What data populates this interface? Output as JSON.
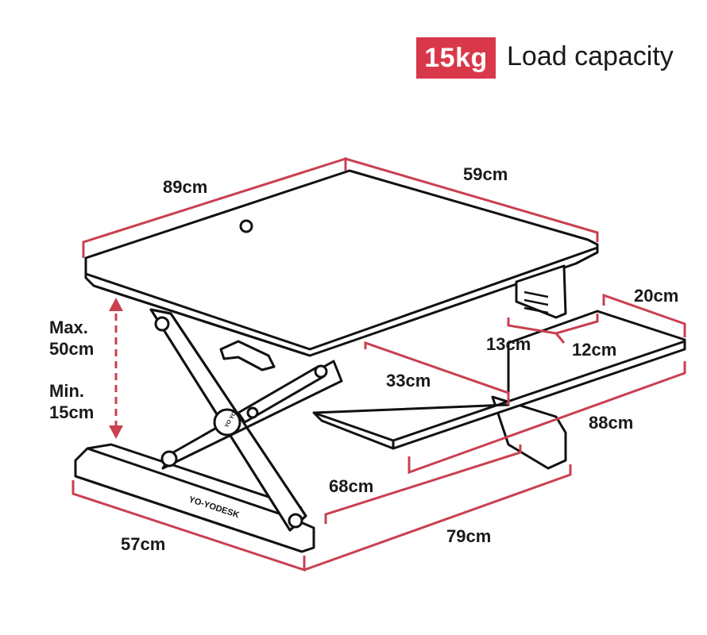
{
  "header": {
    "badge": "15kg",
    "caption": "Load capacity"
  },
  "colors": {
    "accent": "#d9384a",
    "dimension_line": "#c9404f",
    "outline": "#111111"
  },
  "brand": {
    "base_logo_text": "YO-YODESK",
    "knob_logo_text": "YO YO"
  },
  "dimensions": {
    "width_top": "89cm",
    "depth_top": "59cm",
    "max_height_label": "Max.",
    "max_height_value": "50cm",
    "min_height_label": "Min.",
    "min_height_value": "15cm",
    "keyboard_depth": "20cm",
    "keyboard_step": "13cm",
    "keyboard_inset": "12cm",
    "keyboard_width_short": "33cm",
    "keyboard_width": "88cm",
    "base_inner": "68cm",
    "base_depth": "57cm",
    "base_width": "79cm"
  }
}
